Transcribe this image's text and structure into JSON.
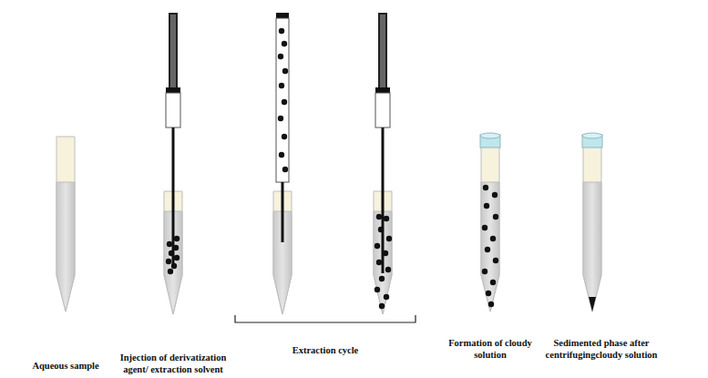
{
  "diagram": {
    "labels": [
      "Aqueous sample",
      "Injection of derivatization agent/ extraction solvent",
      "Extraction cycle",
      "Formation of cloudy solution",
      "Sedimented phase after centrifugingcloudy solution"
    ]
  }
}
